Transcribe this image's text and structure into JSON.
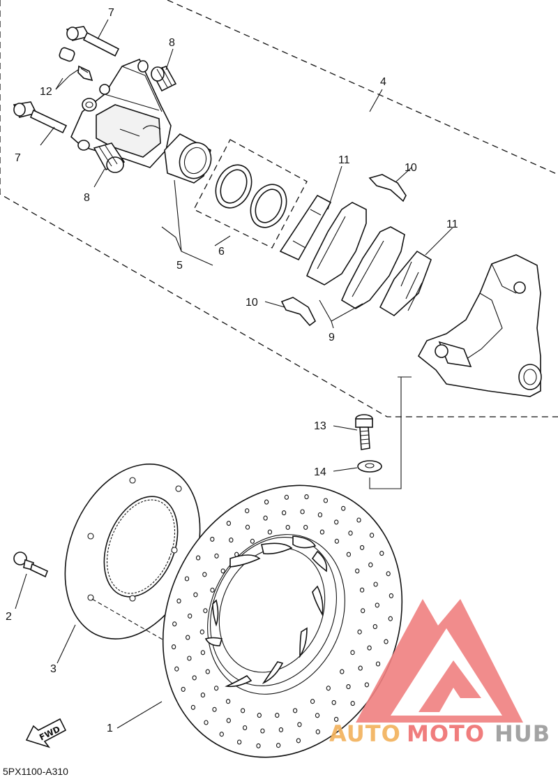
{
  "callouts": {
    "c1": "1",
    "c2": "2",
    "c3": "3",
    "c4": "4",
    "c5": "5",
    "c6": "6",
    "c7a": "7",
    "c7b": "7",
    "c8a": "8",
    "c8b": "8",
    "c9": "9",
    "c10a": "10",
    "c10b": "10",
    "c11a": "11",
    "c11b": "11",
    "c12": "12",
    "c13": "13",
    "c14": "14"
  },
  "fwd_label": "FWD",
  "diagram_code": "5PX1100-A310",
  "watermark": {
    "word1": "AUTO",
    "word2": "MOTO",
    "word3": "HUB",
    "color_logo": "#f08080",
    "color_auto": "#f2b15a",
    "color_moto": "#ef6f6f",
    "color_hub": "#9a9a9a"
  }
}
